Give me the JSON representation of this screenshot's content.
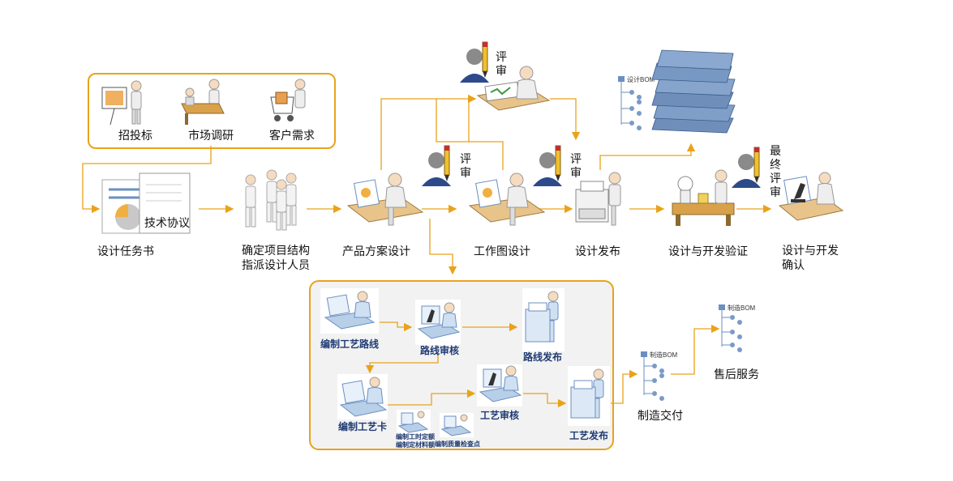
{
  "colors": {
    "accent": "#e9a21b",
    "box_bg": "#f2f2f2",
    "label_blue": "#1f3b73",
    "person": "#f5dcc0",
    "doc_blue": "#6b8fc0"
  },
  "inputs": {
    "bid": "招投标",
    "market": "市场调研",
    "customer": "客户需求"
  },
  "main_flow": {
    "task_book": "设计任务书",
    "tech_agreement": "技术协议",
    "confirm_structure_1": "确定项目结构",
    "confirm_structure_2": "指派设计人员",
    "product_design": "产品方案设计",
    "work_drawing": "工作图设计",
    "design_release": "设计发布",
    "dev_verify": "设计与开发验证",
    "dev_confirm_1": "设计与开发",
    "dev_confirm_2": "确认"
  },
  "reviews": {
    "top": [
      "评",
      "审"
    ],
    "mid1": [
      "评",
      "审"
    ],
    "mid2": [
      "评",
      "审"
    ],
    "final": [
      "最",
      "终",
      "评",
      "审"
    ]
  },
  "process": {
    "route_edit": "编制工艺路线",
    "route_review": "路线审核",
    "route_release": "路线发布",
    "card_edit": "编制工艺卡",
    "tiny1_line1": "编制工时定额",
    "tiny1_line2": "编制定材料额",
    "tiny2": "编制质量检查点",
    "proc_review": "工艺审核",
    "proc_release": "工艺发布"
  },
  "downstream": {
    "delivery": "制造交付",
    "after_sales": "售后服务"
  },
  "bom": {
    "design_bom": "设计BOM",
    "mfg_bom_1": "制造BOM",
    "mfg_bom_2": "制造BOM"
  },
  "icons": [
    "person-icon",
    "review-icon",
    "doc-icon",
    "bom-tree-icon",
    "paper-stack-icon",
    "printer-icon",
    "microscope-icon",
    "lab-icon"
  ]
}
